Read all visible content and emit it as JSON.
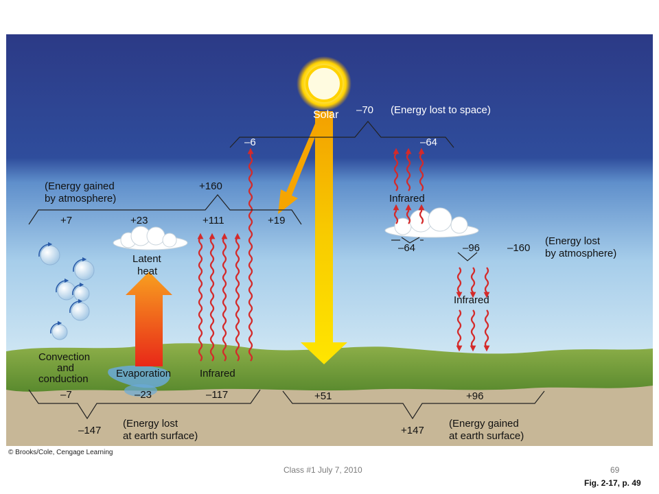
{
  "diagram": {
    "labels": {
      "solar": "Solar",
      "space_total": "–70",
      "space_caption": "(Energy lost to space)",
      "space_left": "–6",
      "space_right": "–64",
      "atm_gain_caption_1": "(Energy gained",
      "atm_gain_caption_2": "by atmosphere)",
      "atm_gain_total": "+160",
      "gain_convection": "+7",
      "gain_latent": "+23",
      "gain_infrared": "+111",
      "gain_solar": "+19",
      "infrared_top": "Infrared",
      "atm_loss_left": "–64",
      "atm_loss_right": "–96",
      "atm_loss_total": "–160",
      "atm_loss_caption_1": "(Energy lost",
      "atm_loss_caption_2": "by atmosphere)",
      "infrared_down": "Infrared",
      "latent_1": "Latent",
      "latent_2": "heat",
      "convection_1": "Convection",
      "convection_2": "and",
      "convection_3": "conduction",
      "evaporation": "Evaporation",
      "infrared_up": "Infrared",
      "surf_loss_convection": "–7",
      "surf_loss_evap": "–23",
      "surf_loss_infrared": "–117",
      "surf_loss_total": "–147",
      "surf_loss_caption_1": "(Energy lost",
      "surf_loss_caption_2": "at earth surface)",
      "surf_gain_solar": "+51",
      "surf_gain_infrared": "+96",
      "surf_gain_total": "+147",
      "surf_gain_caption_1": "(Energy gained",
      "surf_gain_caption_2": "at earth surface)"
    },
    "copyright": "© Brooks/Cole, Cengage Learning"
  },
  "footer": {
    "class_info": "Class #1 July 7, 2010",
    "page_number": "69",
    "figure_ref": "Fig. 2-17, p. 49"
  },
  "colors": {
    "sky_top": "#2e3b85",
    "sky_bottom": "#c9e4f4",
    "ground": "#c8b89a",
    "grass": "#6f9a3a",
    "infrared_arrow": "#d42a2a",
    "solar_beam": "#f7c000"
  }
}
